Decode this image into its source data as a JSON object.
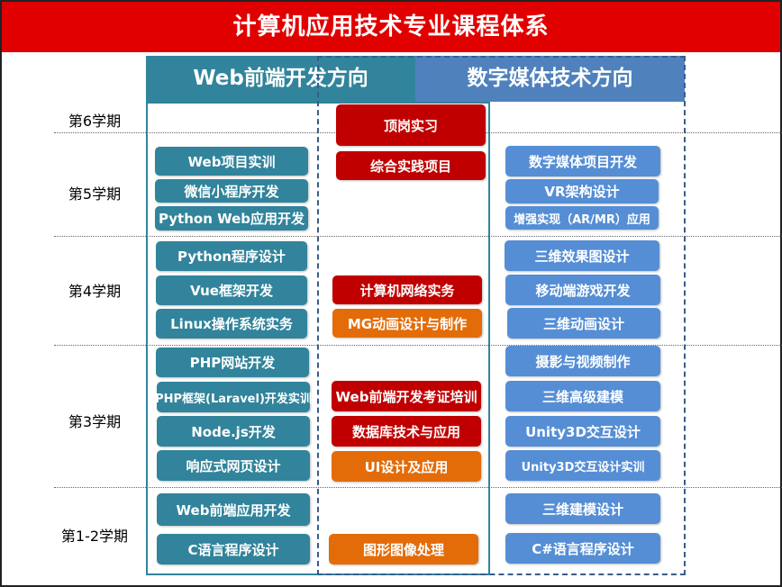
{
  "title": "计算机应用技术专业课程体系",
  "headers": {
    "left": "Web前端开发方向",
    "right": "数字媒体技术方向"
  },
  "semesters": [
    "第6学期",
    "第5学期",
    "第4学期",
    "第3学期",
    "第1-2学期"
  ],
  "colors": {
    "title": "#e00000",
    "web": "#31849b",
    "media": "#558ed5",
    "core_red": "#c00000",
    "core_orange": "#e36c09"
  },
  "web_courses": [
    "Web项目实训",
    "微信小程序开发",
    "Python Web应用开发",
    "Python程序设计",
    "Vue框架开发",
    "Linux操作系统实务",
    "PHP网站开发",
    "PHP框架(Laravel)开发实训",
    "Node.js开发",
    "响应式网页设计",
    "Web前端应用开发",
    "C语言程序设计"
  ],
  "shared_courses": [
    "顶岗实习",
    "综合实践项目",
    "计算机网络实务",
    "MG动画设计与制作",
    "Web前端开发考证培训",
    "数据库技术与应用",
    "UI设计及应用",
    "图形图像处理"
  ],
  "media_courses": [
    "数字媒体项目开发",
    "VR架构设计",
    "增强实现（AR/MR）应用",
    "三维效果图设计",
    "移动端游戏开发",
    "三维动画设计",
    "摄影与视频制作",
    "三维高级建模",
    "Unity3D交互设计",
    "Unity3D交互设计实训",
    "三维建模设计",
    "C#语言程序设计"
  ]
}
